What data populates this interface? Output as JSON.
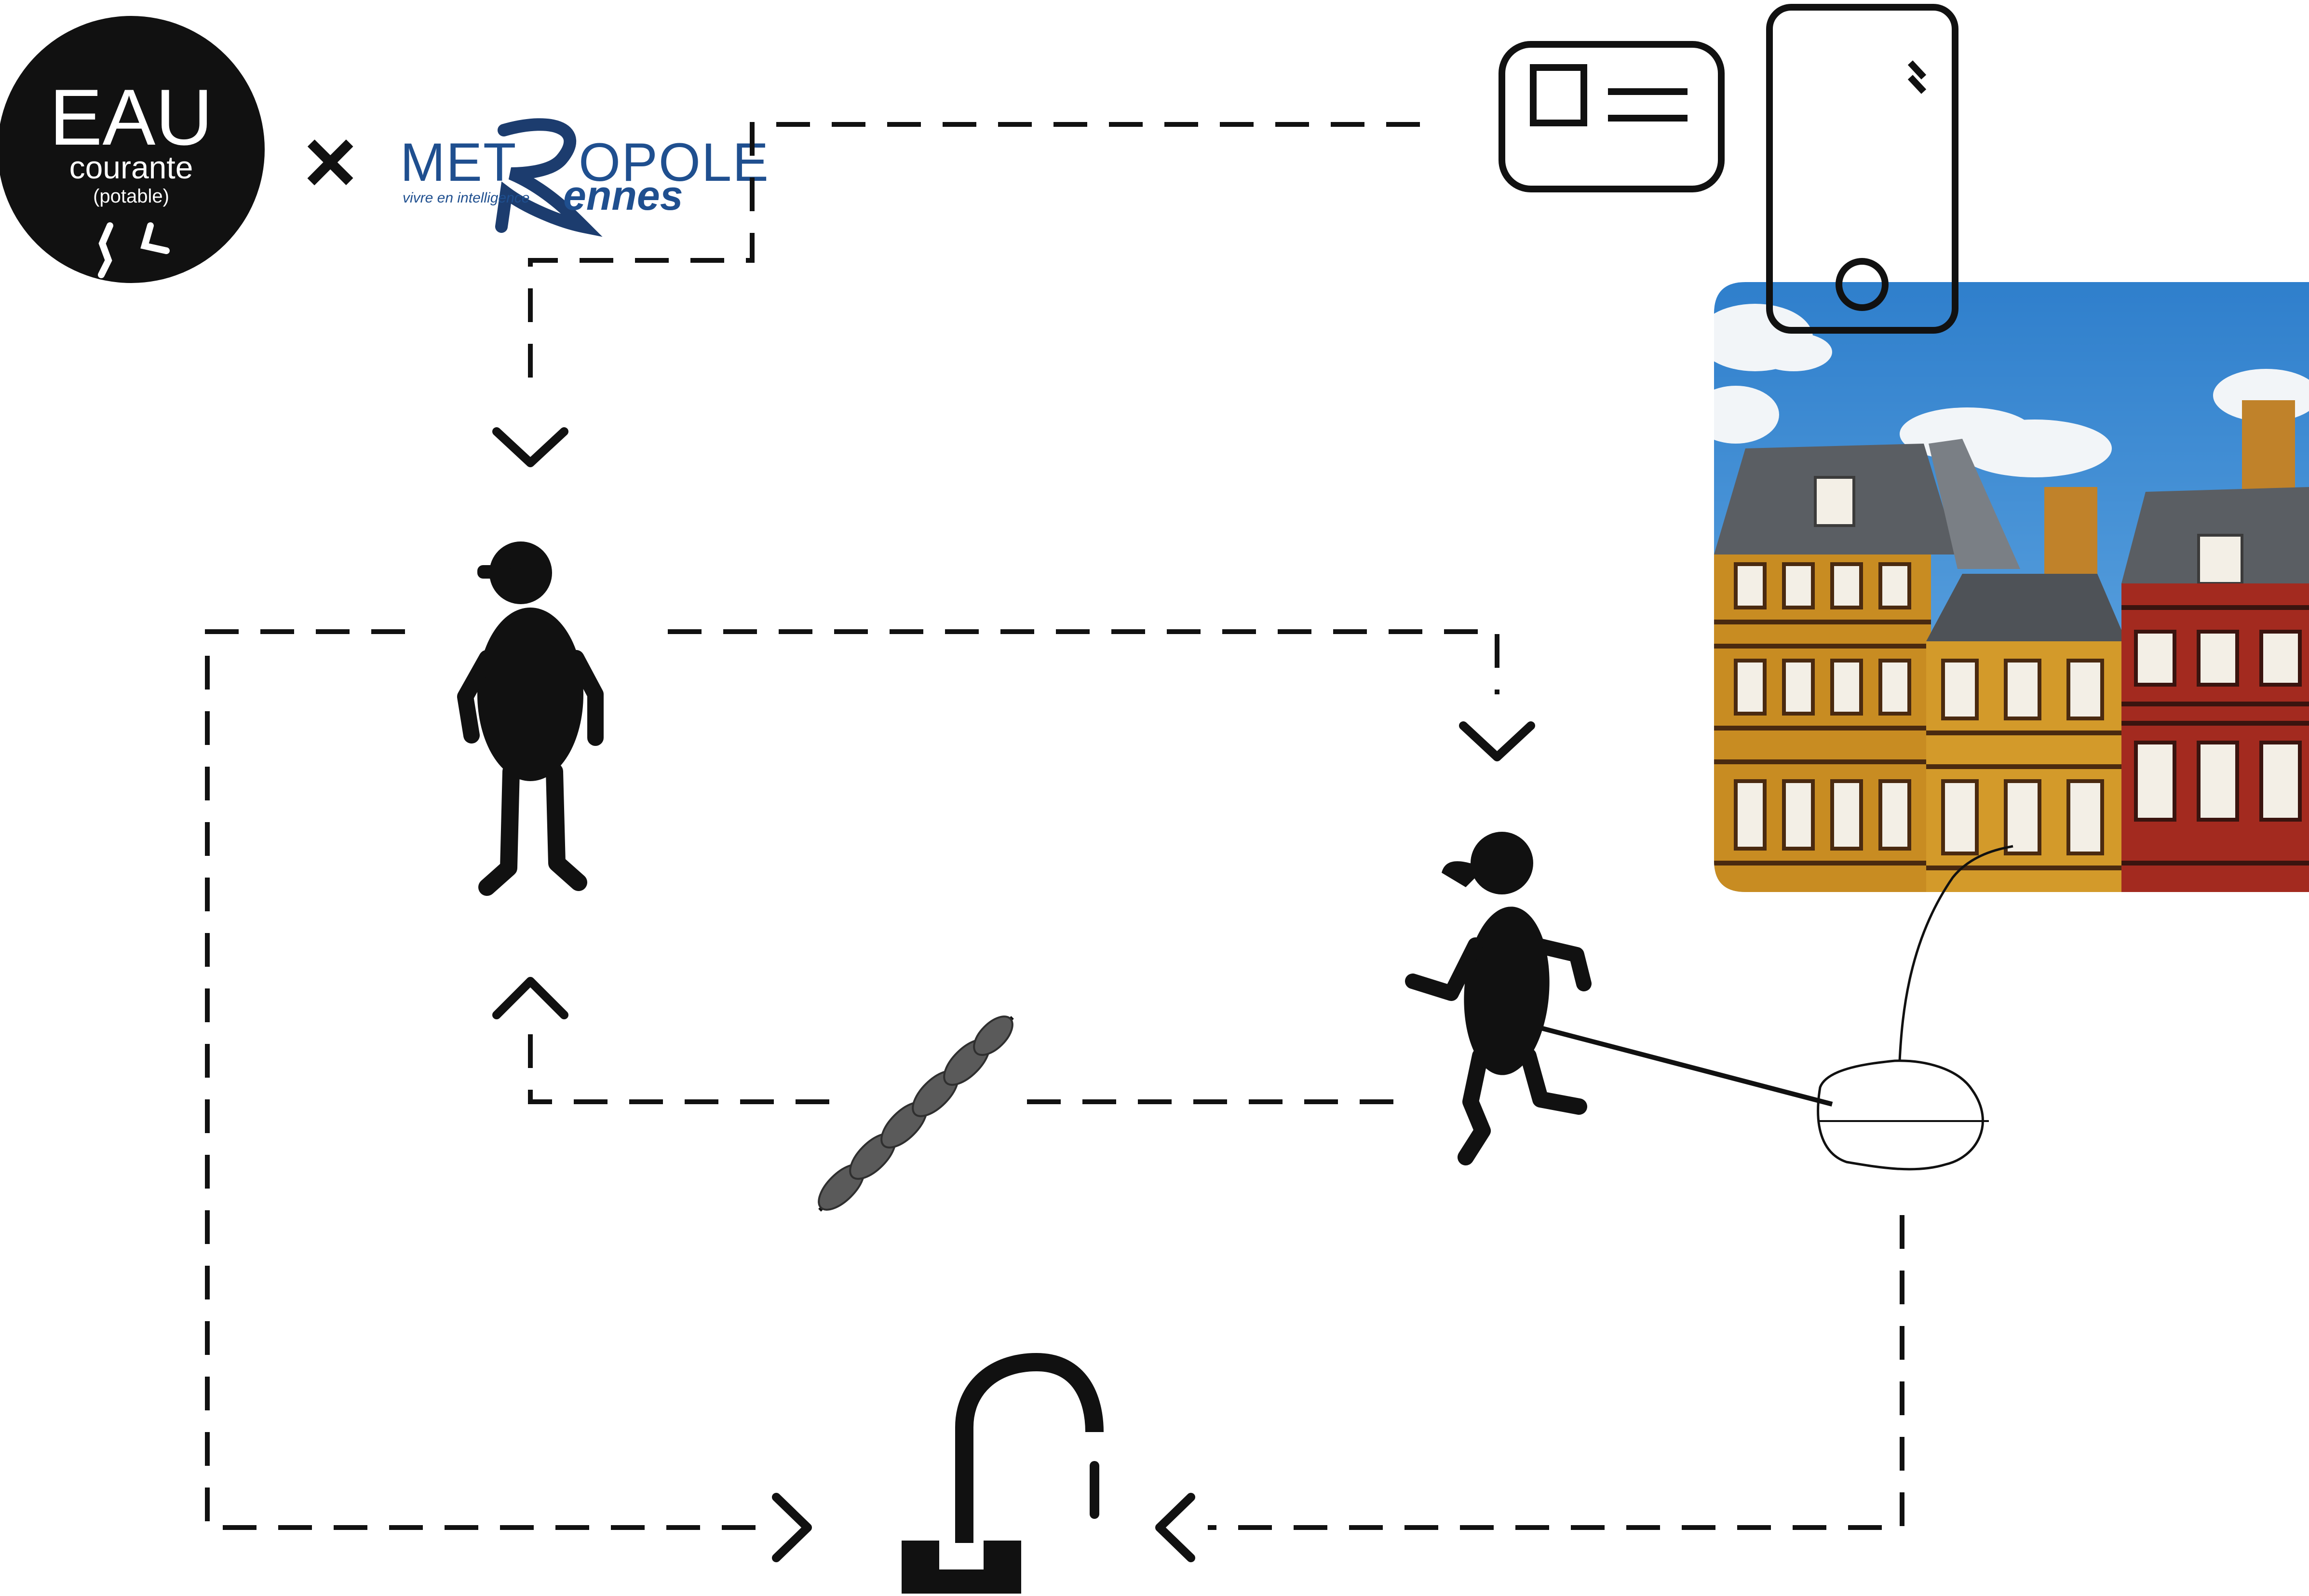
{
  "logo_eau": {
    "line1": "EAU",
    "line2": "courante",
    "line3": "(potable)"
  },
  "logo_separator": "×",
  "logo_metropole": {
    "word_part1": "MET",
    "word_part2": "OPOLE",
    "tagline": "vivre en intelligence",
    "city": "ennes"
  },
  "colors": {
    "ink": "#111111",
    "brand_blue": "#1f4f8f",
    "brush_blue": "#1c3c6e",
    "chain_grey": "#5a5a5a",
    "sky": "#3d8bd1",
    "cloud": "#f2f5f8",
    "roof": "#5a5e63",
    "timber_yellow": "#c88c22",
    "timber_red": "#a32a1f",
    "window": "#f3efe6"
  },
  "icons": {
    "id_card": "id-card-icon",
    "phone": "smartphone-icon",
    "tap": "water-tap-icon",
    "chain": "chain-icon",
    "person_standing": "person-standing-icon",
    "person_running": "person-running-icon",
    "bag": "bag-icon",
    "photo": "rennes-half-timbered-houses-photo"
  }
}
